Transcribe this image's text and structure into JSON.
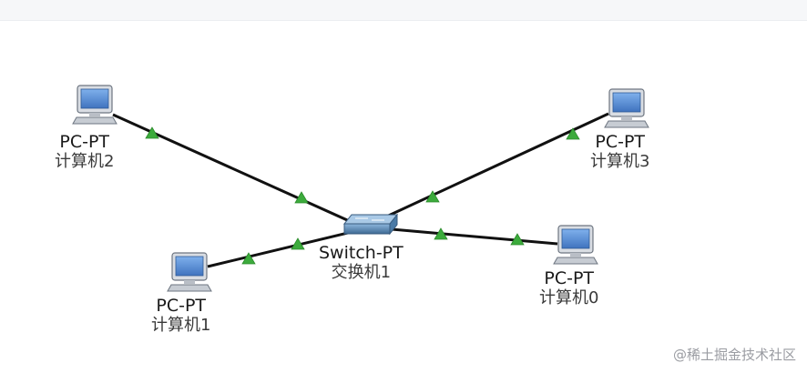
{
  "nodes": {
    "pc2": {
      "model": "PC-PT",
      "name": "计算机2"
    },
    "pc3": {
      "model": "PC-PT",
      "name": "计算机3"
    },
    "switch": {
      "model": "Switch-PT",
      "name": "交换机1"
    },
    "pc1": {
      "model": "PC-PT",
      "name": "计算机1"
    },
    "pc0": {
      "model": "PC-PT",
      "name": "计算机0"
    }
  },
  "watermark": "@稀土掘金技术社区",
  "colors": {
    "link": "#111111",
    "link_up_marker": "#3cab3c",
    "pc_body": "#d9dde3",
    "pc_screen": "#5b8fd6",
    "switch_body": "#5f8fb8"
  },
  "icons": {
    "pc": "pc-icon",
    "switch": "switch-icon",
    "link_status": "link-up-triangle-icon"
  }
}
